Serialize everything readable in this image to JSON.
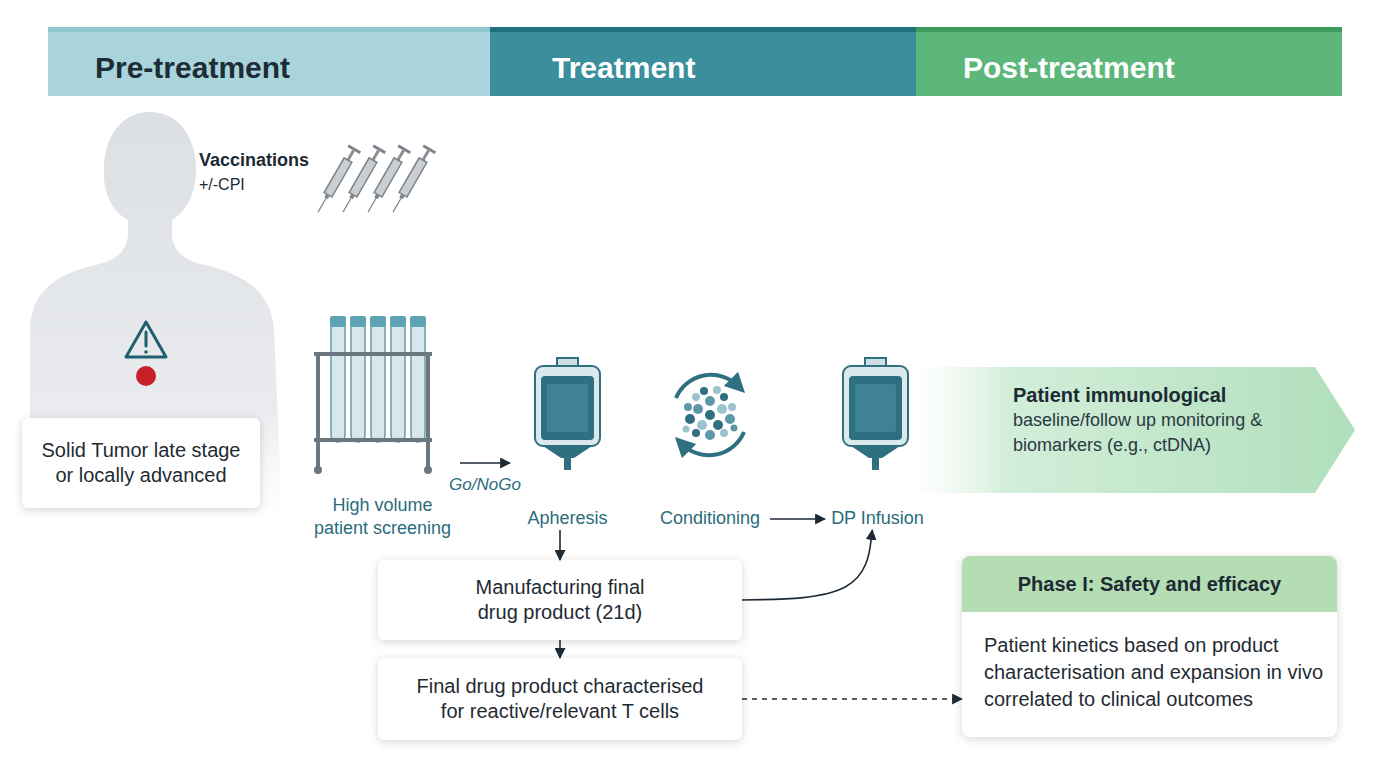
{
  "diagram": {
    "nodes": [
      {
        "text": [
          "Pre-treatment"
        ]
      },
      {
        "text": [
          "Treatment"
        ]
      },
      {
        "text": [
          "Post-treatment"
        ]
      },
      {
        "text": [
          "Solid Tumor late stage or locally advanced"
        ]
      },
      {
        "text": [
          "High volume patient screening"
        ]
      },
      {
        "text": [
          "Apheresis"
        ]
      },
      {
        "text": [
          "Conditioning"
        ]
      },
      {
        "text": [
          "DP Infusion"
        ]
      },
      {
        "text": [
          "Patient immunological",
          "baseline/follow up monitoring & biomarkers (e.g., ctDNA)"
        ]
      },
      {
        "text": [
          "Manufacturing final drug product (21d)"
        ]
      },
      {
        "text": [
          "Final drug product characterised for reactive/relevant T cells"
        ]
      },
      {
        "text": [
          "Phase I: Safety and efficacy",
          "Patient kinetics based on product characterisation and expansion in vivo correlated to clinical outcomes"
        ]
      }
    ],
    "edges": [
      {
        "from": 4,
        "to": 5,
        "label": "Go/NoGo",
        "arrow": "to"
      },
      {
        "from": 5,
        "to": 9,
        "arrow": "to"
      },
      {
        "from": 6,
        "to": 7,
        "arrow": "to"
      },
      {
        "from": 9,
        "to": 7,
        "arrow": "to"
      },
      {
        "from": 9,
        "to": 10,
        "arrow": "to"
      },
      {
        "from": 10,
        "to": 11,
        "arrow": "to"
      }
    ],
    "labels": [
      "Vaccinations",
      "+/-CPI"
    ]
  }
}
